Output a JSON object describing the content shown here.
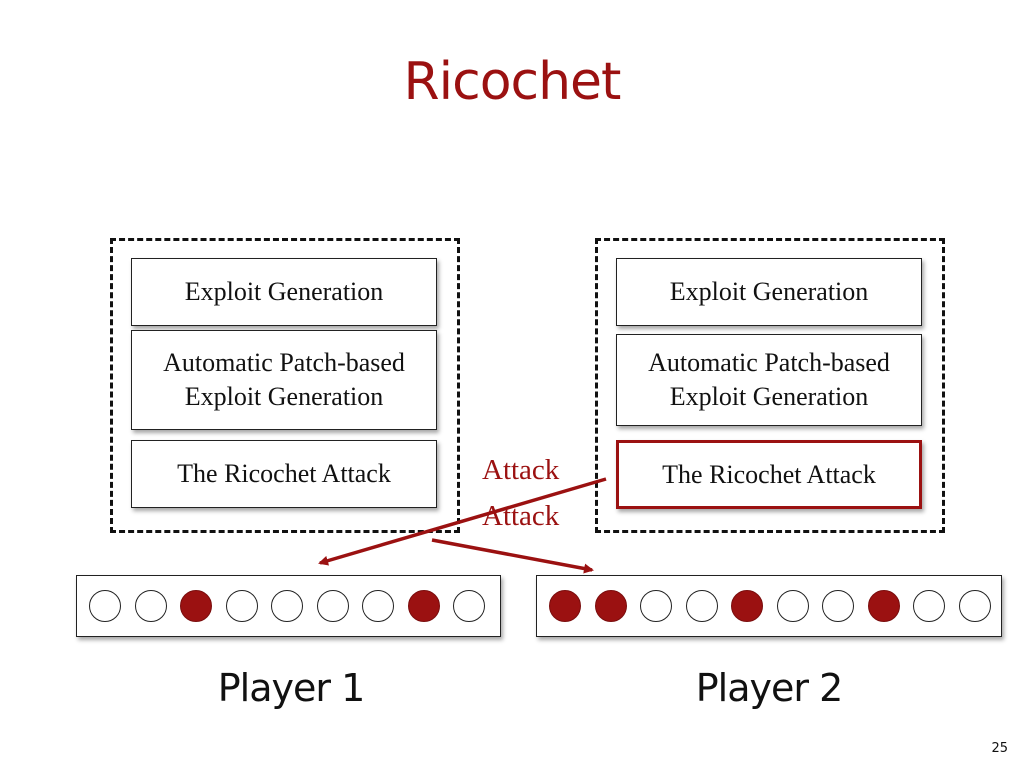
{
  "title": "Ricochet",
  "left_stack": {
    "box1": "Exploit Generation",
    "box2_line1": "Automatic Patch-based",
    "box2_line2": "Exploit Generation",
    "box3": "The Ricochet Attack"
  },
  "right_stack": {
    "box1": "Exploit Generation",
    "box2_line1": "Automatic Patch-based",
    "box2_line2": "Exploit Generation",
    "box3": "The Ricochet Attack"
  },
  "arrows": {
    "attack_label_1": "Attack",
    "attack_label_2": "Attack"
  },
  "players": {
    "player1": {
      "label": "Player 1",
      "slots": [
        false,
        false,
        true,
        false,
        false,
        false,
        false,
        true,
        false
      ]
    },
    "player2": {
      "label": "Player 2",
      "slots": [
        true,
        true,
        false,
        false,
        true,
        false,
        false,
        true,
        false,
        false
      ]
    }
  },
  "colors": {
    "accent": "#9b1111"
  },
  "page_number": "25"
}
